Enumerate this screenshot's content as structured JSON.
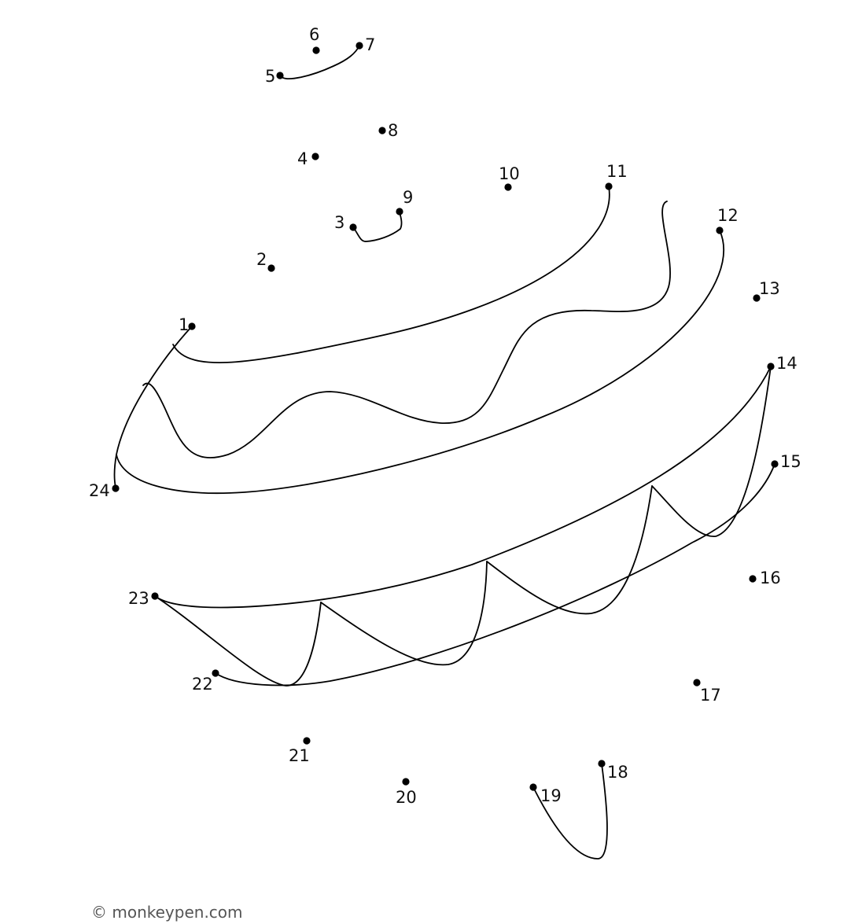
{
  "worksheet": {
    "subject": "cupcake",
    "dots": [
      {
        "n": "1"
      },
      {
        "n": "2"
      },
      {
        "n": "3"
      },
      {
        "n": "4"
      },
      {
        "n": "5"
      },
      {
        "n": "6"
      },
      {
        "n": "7"
      },
      {
        "n": "8"
      },
      {
        "n": "9"
      },
      {
        "n": "10"
      },
      {
        "n": "11"
      },
      {
        "n": "12"
      },
      {
        "n": "13"
      },
      {
        "n": "14"
      },
      {
        "n": "15"
      },
      {
        "n": "16"
      },
      {
        "n": "17"
      },
      {
        "n": "18"
      },
      {
        "n": "19"
      },
      {
        "n": "20"
      },
      {
        "n": "21"
      },
      {
        "n": "22"
      },
      {
        "n": "23"
      },
      {
        "n": "24"
      }
    ]
  },
  "footer": {
    "copyright": "© monkeypen.com"
  },
  "colors": {
    "ink": "#000000",
    "label": "#111111",
    "footer": "#555555",
    "background": "#ffffff"
  }
}
